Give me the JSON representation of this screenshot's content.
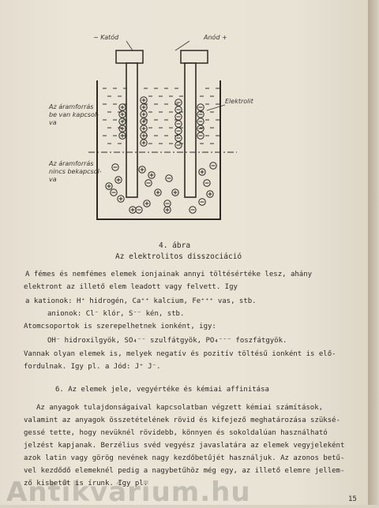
{
  "figure": {
    "cathode_label": "− Katód",
    "anode_label": "Anód +",
    "electrolyte_label": "Elektrolit",
    "connected_label": [
      "Az áramforrás",
      "be van kapcsol-",
      "va"
    ],
    "disconnected_label": [
      "Az áramforrás",
      "nincs bekapcsol-",
      "va"
    ],
    "caption_number": "4. ábra",
    "caption_title": "Az elektrolitos disszociáció"
  },
  "text": {
    "p1_l1": "A fémes és nemfémes elemek ionjainak annyi töltésértéke lesz, ahány",
    "p1_l2": "elektront az illető elem leadott vagy felvett. Igy",
    "cations": "a kationok: H⁺ hidrogén, Ca⁺⁺ kalcium, Fe⁺⁺⁺ vas, stb.",
    "anions": "anionok: Cl⁻ klór, S⁻⁻ kén, stb.",
    "p2": "Atomcsoportok is szerepelhetnek ionként, igy:",
    "groups": "OH⁻ hidroxilgyök, SO₄⁻⁻ szulfátgyök, PO₄⁻⁻⁻ foszfátgyök.",
    "p3_l1": "Vannak olyan elemek is, melyek negatív  és pozitív töltésű ionként is elő-",
    "p3_l2": "fordulnak. Igy pl. a Jód: J⁺  J⁻.",
    "section_heading": "6. Az elemek jele, vegyértéke és kémiai affinitása",
    "p4_l1": "Az anyagok tulajdonságaival kapcsolatban végzett kémiai számítások,",
    "p4_l2": "valamint az anyagok összetételének rövid és kifejező meghatározása szüksé-",
    "p4_l3": "gessé tette, hogy nevüknél rövidebb, könnyen és sokoldalúan használható",
    "p4_l4": "jelzést kapjanak. Berzélius svéd vegyész javaslatára az elemek vegyjeleként",
    "p4_l5": "azok latin vagy görög nevének nagy kezdőbetűjét használjuk. Az azonos betű-",
    "p4_l6": "vel kezdődő elemeknél pedig a nagybetűhöz még egy, az illető elemre jellem-",
    "p4_l7": "ző kisbetűt is írunk. Igy pl.",
    "page_number": "15",
    "watermark": "Antikvárium.hu"
  }
}
